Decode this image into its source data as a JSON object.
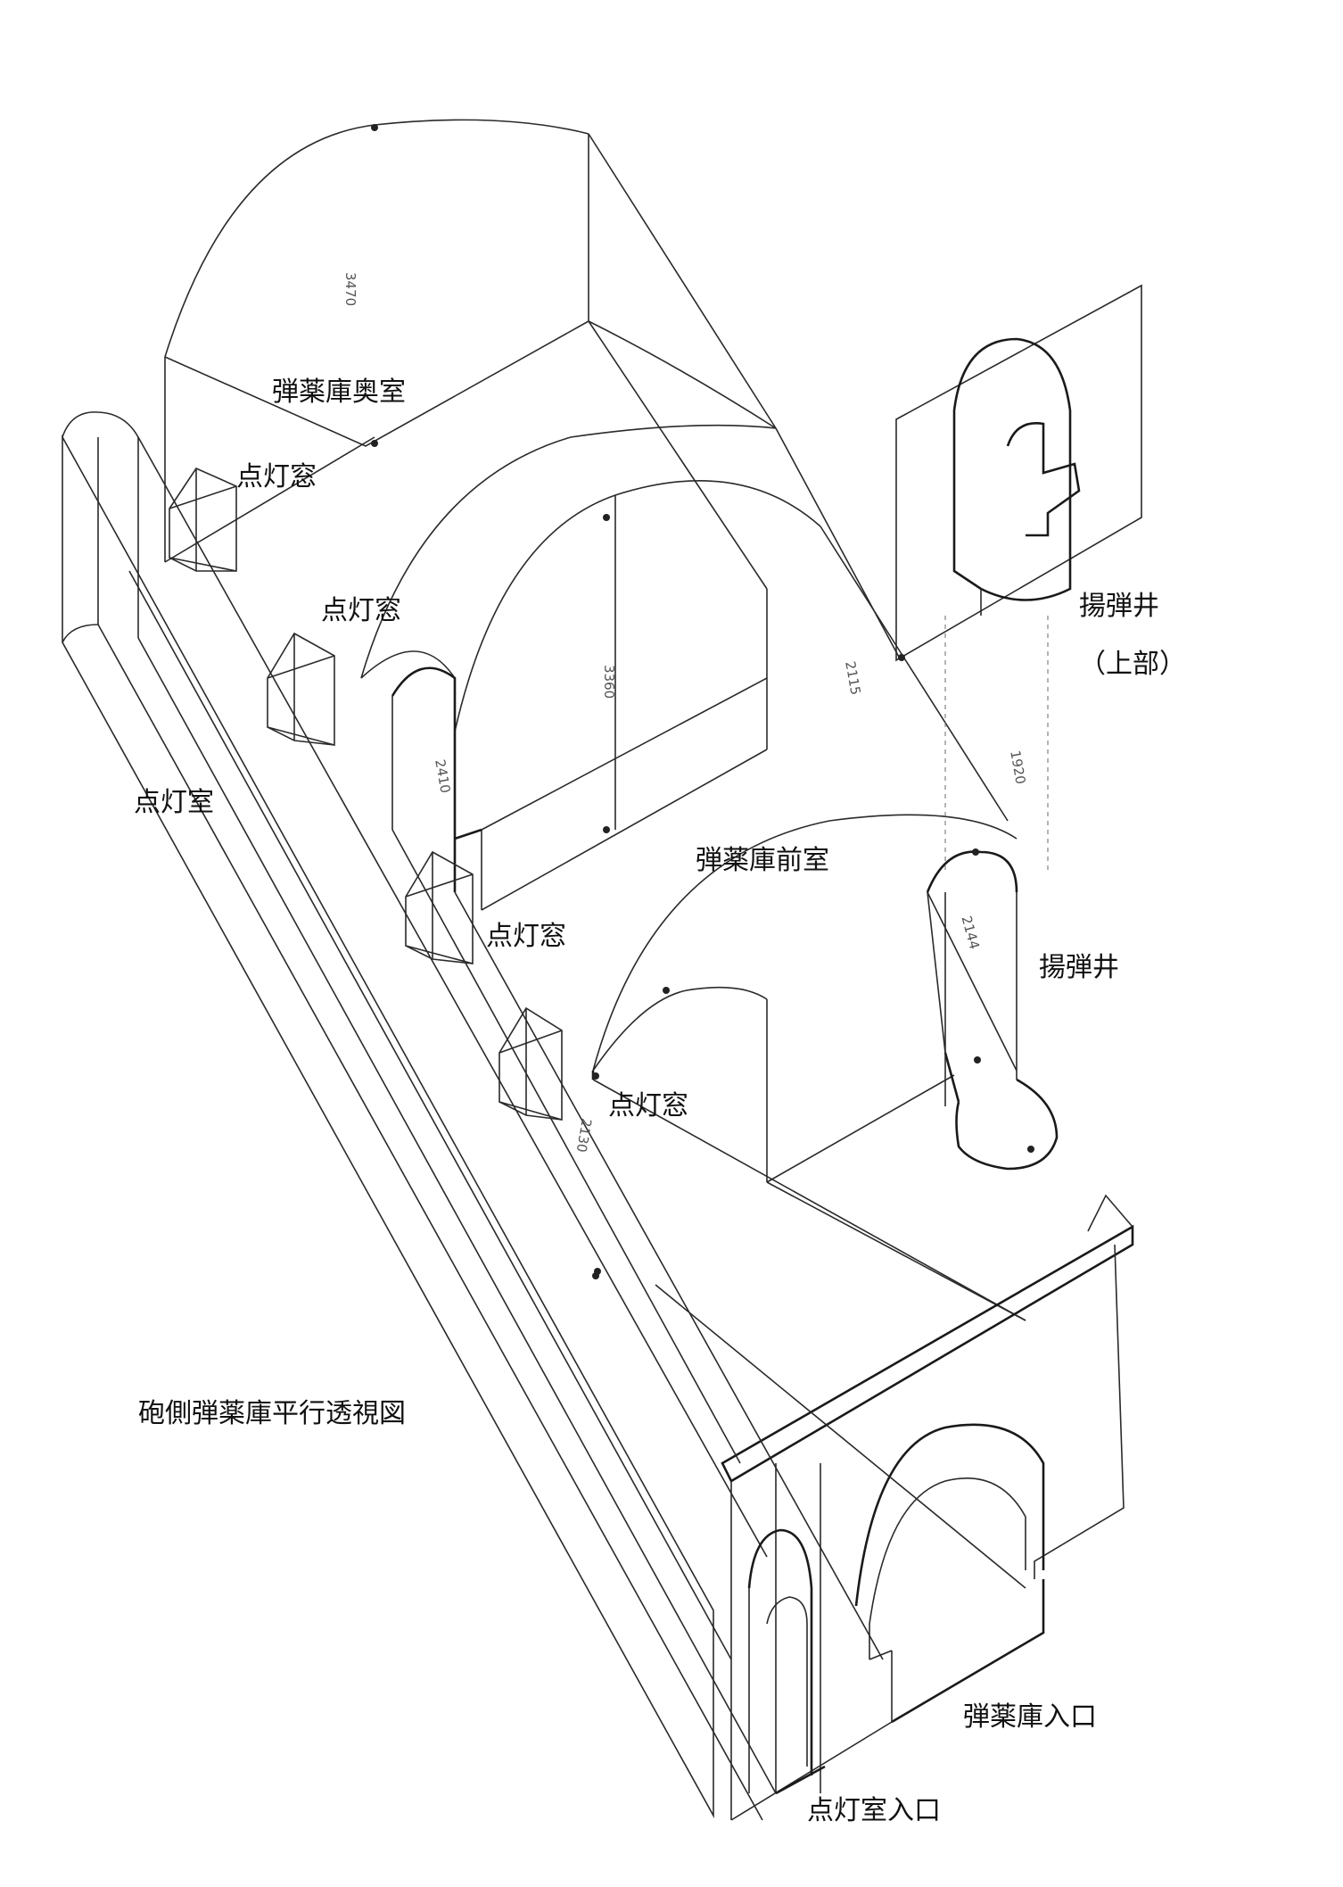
{
  "diagram": {
    "caption": "砲側弾薬庫平行透視図",
    "labels": {
      "back_room": "弾薬庫奥室",
      "light_window_1": "点灯窓",
      "light_window_2": "点灯窓",
      "light_window_3": "点灯窓",
      "light_window_4": "点灯窓",
      "lighting_room": "点灯室",
      "front_room": "弾薬庫前室",
      "shaft_top": "揚弾井",
      "shaft_top_note": "（上部）",
      "shaft": "揚弾井",
      "magazine_entrance": "弾薬庫入口",
      "lighting_room_entrance": "点灯室入口"
    },
    "dimensions": {
      "d1": "3470",
      "d2": "3360",
      "d3": "2410",
      "d4": "2115",
      "d5": "1920",
      "d6": "2144",
      "d7": "2130"
    },
    "colors": {
      "line": "#2a2a2a",
      "background": "#ffffff"
    }
  }
}
